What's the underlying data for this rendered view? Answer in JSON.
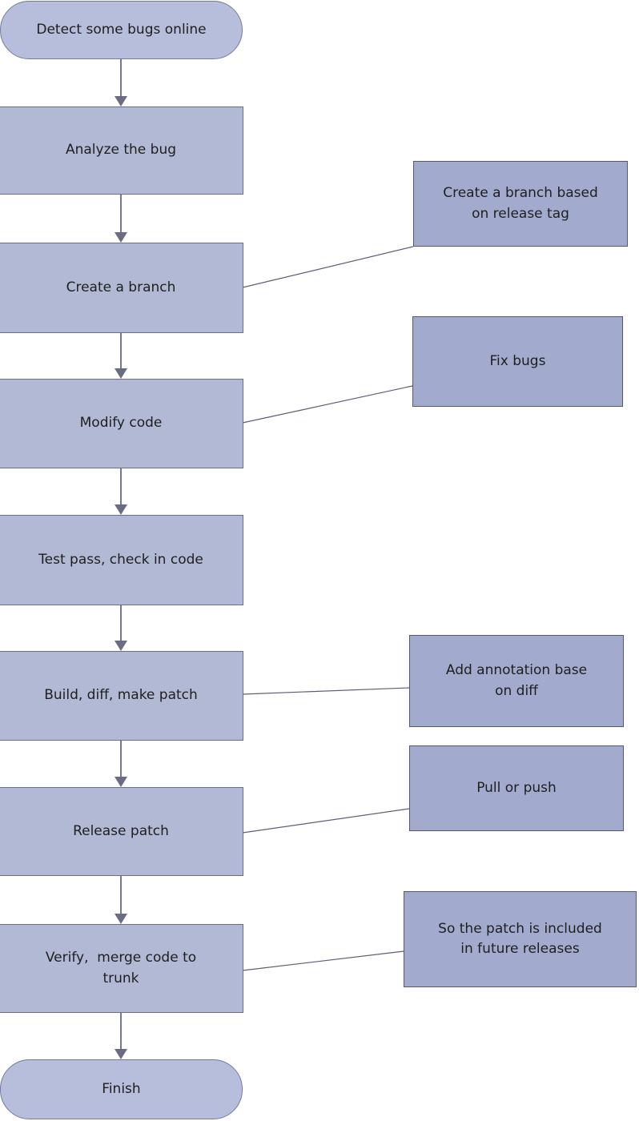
{
  "diagram": {
    "type": "flowchart",
    "description": "Bug fix and patch release workflow",
    "colors": {
      "process_fill": "#b2b9d5",
      "terminal_fill": "#b7bedb",
      "annotation_fill": "#a2abce",
      "process_border": "#6a6e91",
      "annotation_border": "#53576f",
      "arrow_line": "#74778f",
      "arrowhead": "#696c82",
      "text": "#1f1f1f"
    },
    "nodes": [
      {
        "id": "start",
        "type": "terminal",
        "label": "Detect some bugs online"
      },
      {
        "id": "analyze",
        "type": "process",
        "label": "Analyze the bug"
      },
      {
        "id": "branch",
        "type": "process",
        "label": "Create a branch"
      },
      {
        "id": "modify",
        "type": "process",
        "label": "Modify code"
      },
      {
        "id": "test",
        "type": "process",
        "label": "Test pass, check in code"
      },
      {
        "id": "build",
        "type": "process",
        "label": "Build, diff, make patch"
      },
      {
        "id": "release",
        "type": "process",
        "label": "Release patch"
      },
      {
        "id": "verify",
        "type": "process",
        "label": "Verify,  merge code to\ntrunk"
      },
      {
        "id": "finish",
        "type": "terminal",
        "label": "Finish"
      }
    ],
    "annotations": [
      {
        "id": "ann-branch",
        "attached_to": "Create a branch",
        "label": "Create a branch based\non release tag"
      },
      {
        "id": "ann-fix",
        "attached_to": "Modify code",
        "label": "Fix bugs"
      },
      {
        "id": "ann-diff",
        "attached_to": "Build, diff, make patch",
        "label": "Add annotation base\non diff"
      },
      {
        "id": "ann-push",
        "attached_to": "Release patch",
        "label": "Pull or push"
      },
      {
        "id": "ann-future",
        "attached_to": "Verify, merge code to trunk",
        "label": "So the patch is included\nin future releases"
      }
    ],
    "flow_order": [
      "Detect some bugs online",
      "Analyze the bug",
      "Create a branch",
      "Modify code",
      "Test pass, check in code",
      "Build, diff, make patch",
      "Release patch",
      "Verify, merge code to trunk",
      "Finish"
    ]
  }
}
